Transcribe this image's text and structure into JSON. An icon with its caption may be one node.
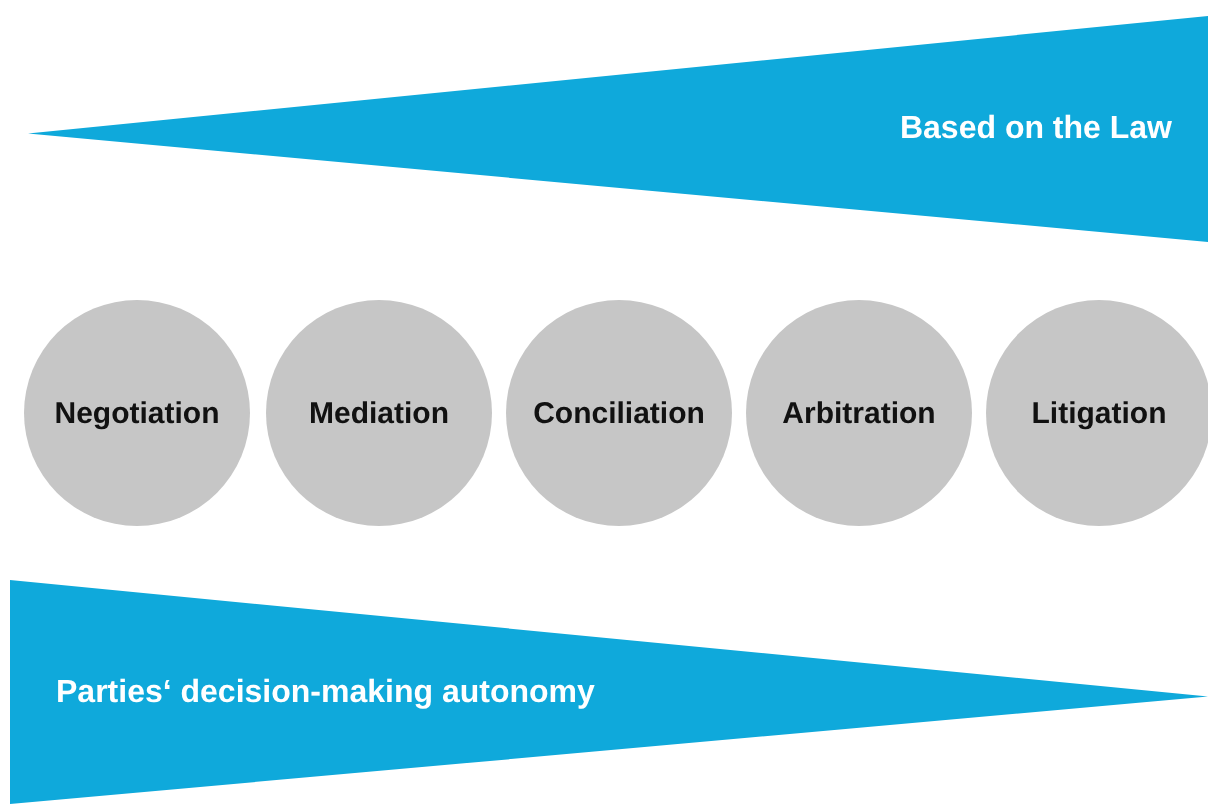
{
  "diagram": {
    "nodes": [
      {
        "text": [
          "Based on the Law"
        ]
      },
      {
        "text": [
          "Negotiation"
        ]
      },
      {
        "text": [
          "Mediation"
        ]
      },
      {
        "text": [
          "Conciliation"
        ]
      },
      {
        "text": [
          "Arbitration"
        ]
      },
      {
        "text": [
          "Litigation"
        ]
      },
      {
        "text": [
          "Parties‘ decision-making autonomy"
        ]
      }
    ]
  }
}
